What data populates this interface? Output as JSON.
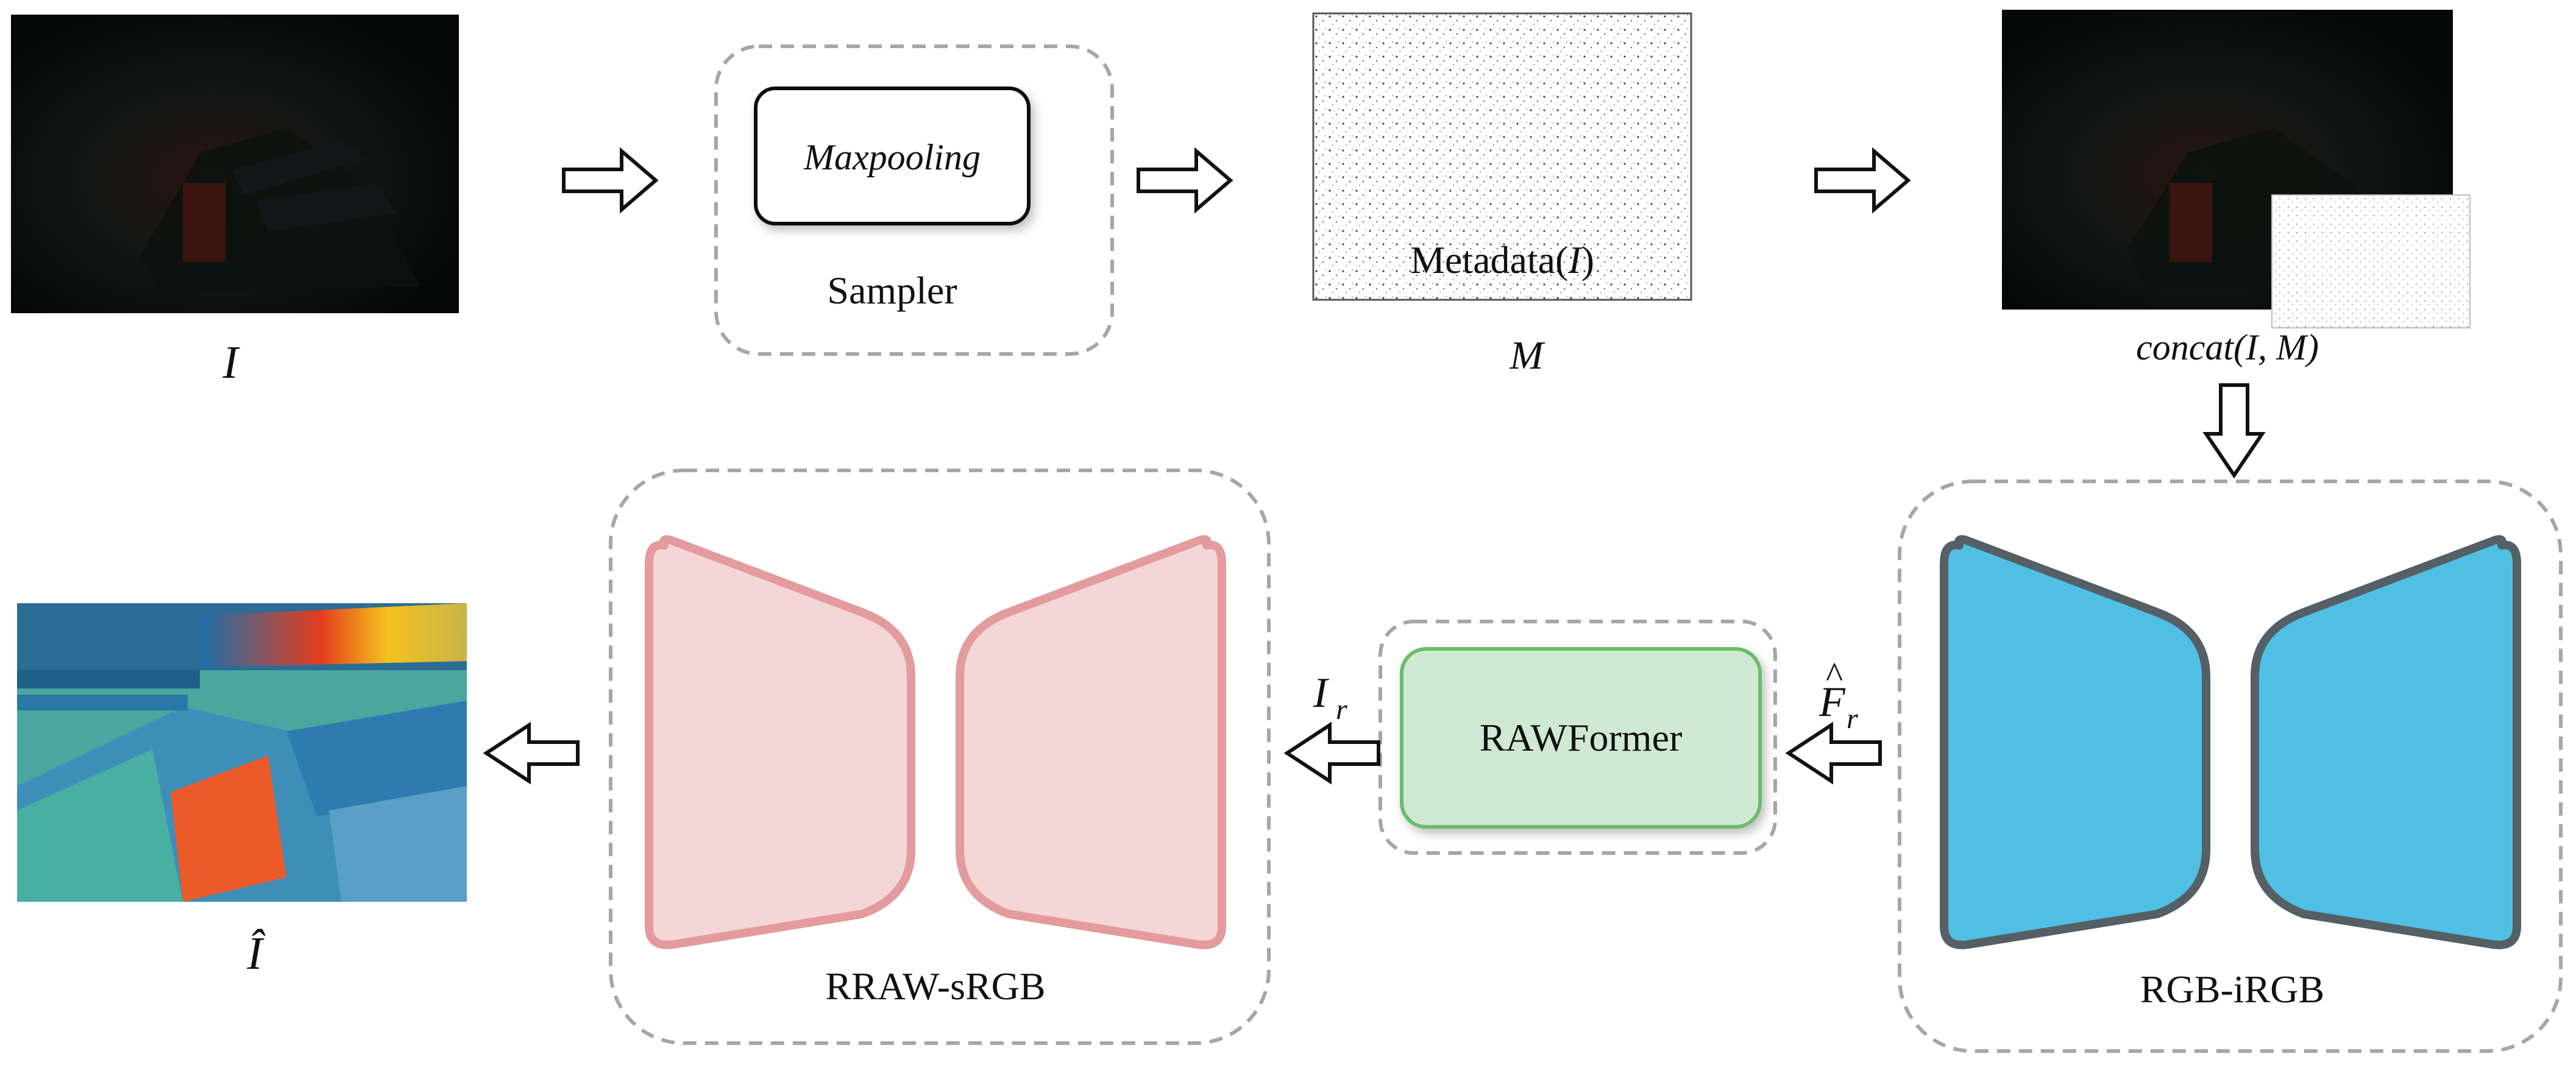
{
  "labels": {
    "input_image": "I",
    "sampler_block": "Maxpooling",
    "sampler_caption": "Sampler",
    "metadata_overlay_prefix": "Metadata(",
    "metadata_overlay_var": "I",
    "metadata_overlay_suffix": ")",
    "metadata_caption": "M",
    "concat_func": "concat",
    "concat_args": "(I, M)",
    "rgb_irgb_caption": "RGB-iRGB",
    "f_hat_base": "F",
    "f_hat_sub": "r",
    "rawformer_label": "RAWFormer",
    "i_r_base": "I",
    "i_r_sub": "r",
    "rraw_caption": "RRAW-sRGB",
    "output_image": "Î"
  },
  "colors": {
    "dashed_border": "#a6a6a6",
    "blue_fill": "#4fc0e3",
    "blue_stroke": "#555f66",
    "pink_fill": "#f5d6d7",
    "pink_stroke": "#e39b9d",
    "green_fill": "#cfe9d3",
    "green_stroke": "#6cbc6a"
  },
  "icons": {
    "arrow": "hollow-block-arrow",
    "dark_photo": "low-light-stadium-photo",
    "bright_photo": "enhanced-stadium-photo",
    "sparse_mask": "sparse-metadata-mask"
  }
}
